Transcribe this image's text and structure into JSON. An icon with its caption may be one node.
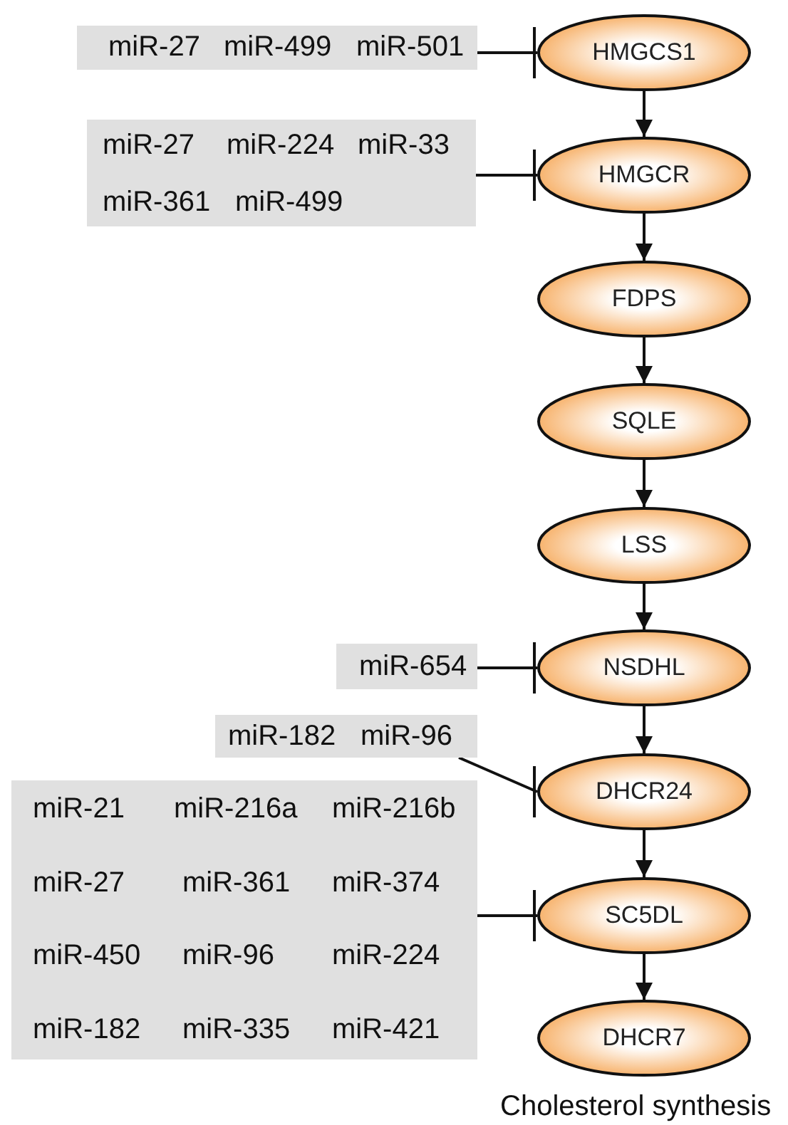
{
  "diagram": {
    "caption": "Cholesterol synthesis",
    "nodes": [
      {
        "text": [
          "miR-27",
          "miR-499",
          "miR-501"
        ]
      },
      {
        "text": [
          "HMGCS1"
        ]
      },
      {
        "text": [
          "miR-27",
          "miR-224",
          "miR-33",
          "miR-361",
          "miR-499"
        ]
      },
      {
        "text": [
          "HMGCR"
        ]
      },
      {
        "text": [
          "FDPS"
        ]
      },
      {
        "text": [
          "SQLE"
        ]
      },
      {
        "text": [
          "LSS"
        ]
      },
      {
        "text": [
          "miR-654"
        ]
      },
      {
        "text": [
          "NSDHL"
        ]
      },
      {
        "text": [
          "miR-182",
          "miR-96"
        ]
      },
      {
        "text": [
          "DHCR24"
        ]
      },
      {
        "text": [
          "miR-21",
          "miR-216a",
          "miR-216b",
          "miR-27",
          "miR-361",
          "miR-374",
          "miR-450",
          "miR-96",
          "miR-224",
          "miR-182",
          "miR-335",
          "miR-421"
        ]
      },
      {
        "text": [
          "SC5DL"
        ]
      },
      {
        "text": [
          "DHCR7"
        ]
      }
    ],
    "edges": [
      {
        "from": 0,
        "to": 1,
        "arrow": "other"
      },
      {
        "from": 1,
        "to": 3,
        "arrow": "to"
      },
      {
        "from": 2,
        "to": 3,
        "arrow": "other"
      },
      {
        "from": 3,
        "to": 4,
        "arrow": "to"
      },
      {
        "from": 4,
        "to": 5,
        "arrow": "to"
      },
      {
        "from": 5,
        "to": 6,
        "arrow": "to"
      },
      {
        "from": 6,
        "to": 8,
        "arrow": "to"
      },
      {
        "from": 7,
        "to": 8,
        "arrow": "other"
      },
      {
        "from": 8,
        "to": 10,
        "arrow": "to"
      },
      {
        "from": 9,
        "to": 10,
        "arrow": "other"
      },
      {
        "from": 10,
        "to": 12,
        "arrow": "to"
      },
      {
        "from": 11,
        "to": 12,
        "arrow": "other"
      },
      {
        "from": 12,
        "to": 13,
        "arrow": "to"
      }
    ]
  }
}
